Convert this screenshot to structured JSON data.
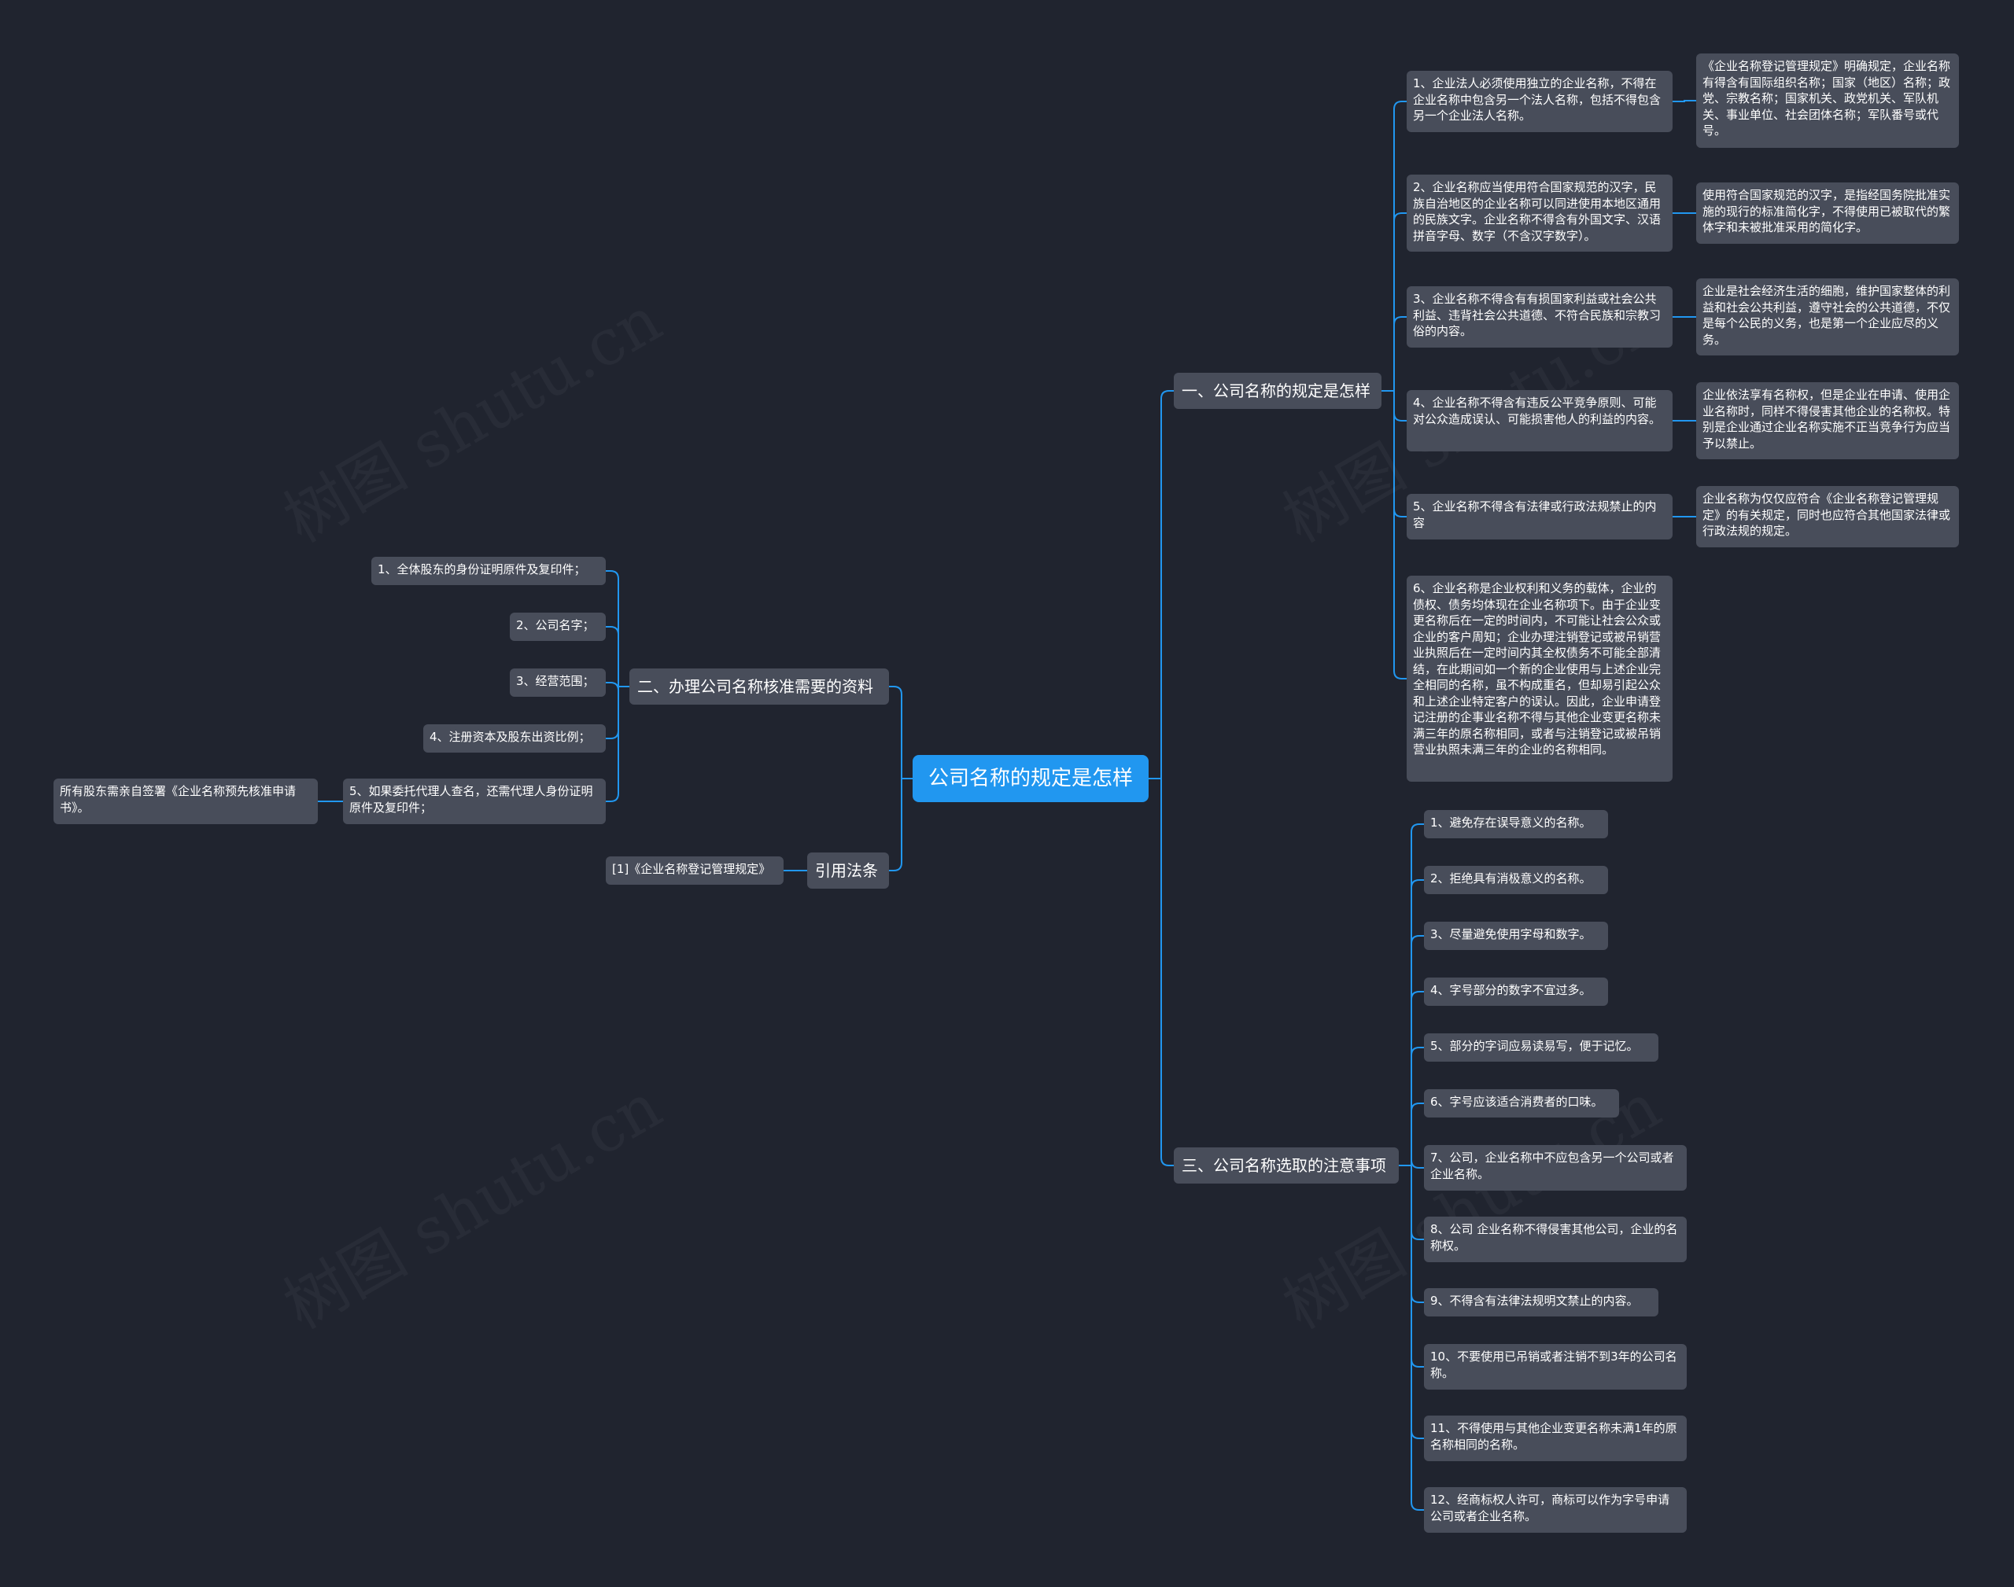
{
  "watermark": "树图 shutu.cn",
  "colors": {
    "background": "#20242f",
    "root": "#2197f0",
    "node": "#484d5a",
    "link": "#2197f0",
    "text": "#ffffff"
  },
  "map": {
    "root": "公司名称的规定是怎样",
    "branches": [
      {
        "label": "一、公司名称的规定是怎样",
        "children": [
          {
            "label": "1、企业法人必须使用独立的企业名称，不得在企业名称中包含另一个法人名称，包括不得包含另一个企业法人名称。",
            "note": "《企业名称登记管理规定》明确规定，企业名称有得含有国际组织名称；国家（地区）名称；政党、宗教名称；国家机关、政党机关、军队机关、事业单位、社会团体名称；军队番号或代号。"
          },
          {
            "label": "2、企业名称应当使用符合国家规范的汉字，民族自治地区的企业名称可以同进使用本地区通用的民族文字。企业名称不得含有外国文字、汉语拼音字母、数字（不含汉字数字）。",
            "note": "使用符合国家规范的汉字，是指经国务院批准实施的现行的标准简化字，不得使用已被取代的繁体字和未被批准采用的简化字。"
          },
          {
            "label": "3、企业名称不得含有有损国家利益或社会公共利益、违背社会公共道德、不符合民族和宗教习俗的内容。",
            "note": "企业是社会经济生活的细胞，维护国家整体的利益和社会公共利益，遵守社会的公共道德，不仅是每个公民的义务，也是第一个企业应尽的义务。"
          },
          {
            "label": "4、企业名称不得含有违反公平竞争原则、可能对公众造成误认、可能损害他人的利益的内容。",
            "note": "企业依法享有名称权，但是企业在申请、使用企业名称时，同样不得侵害其他企业的名称权。特别是企业通过企业名称实施不正当竞争行为应当予以禁止。"
          },
          {
            "label": "5、企业名称不得含有法律或行政法规禁止的内容",
            "note": "企业名称为仅仅应符合《企业名称登记管理规定》的有关规定，同时也应符合其他国家法律或行政法规的规定。"
          },
          {
            "label": "6、企业名称是企业权利和义务的载体，企业的债权、债务均体现在企业名称项下。由于企业变更名称后在一定的时间内，不可能让社会公众或企业的客户周知；企业办理注销登记或被吊销营业执照后在一定时间内其全权债务不可能全部清结，在此期间如一个新的企业使用与上述企业完全相同的名称，虽不构成重名，但却易引起公众和上述企业特定客户的误认。因此，企业申请登记注册的企事业名称不得与其他企业变更名称未满三年的原名称相同，或者与注销登记或被吊销营业执照未满三年的企业的名称相同。"
          }
        ]
      },
      {
        "label": "三、公司名称选取的注意事项",
        "children": [
          {
            "label": "1、避免存在误导意义的名称。"
          },
          {
            "label": "2、拒绝具有消极意义的名称。"
          },
          {
            "label": "3、尽量避免使用字母和数字。"
          },
          {
            "label": "4、字号部分的数字不宜过多。"
          },
          {
            "label": "5、部分的字词应易读易写，便于记忆。"
          },
          {
            "label": "6、字号应该适合消费者的口味。"
          },
          {
            "label": "7、公司，企业名称中不应包含另一个公司或者企业名称。"
          },
          {
            "label": "8、公司 企业名称不得侵害其他公司，企业的名称权。"
          },
          {
            "label": "9、不得含有法律法规明文禁止的内容。"
          },
          {
            "label": "10、不要使用已吊销或者注销不到3年的公司名称。"
          },
          {
            "label": "11、不得使用与其他企业变更名称未满1年的原名称相同的名称。"
          },
          {
            "label": "12、经商标权人许可，商标可以作为字号申请公司或者企业名称。"
          }
        ]
      },
      {
        "label": "二、办理公司名称核准需要的资料",
        "children": [
          {
            "label": "1、全体股东的身份证明原件及复印件；"
          },
          {
            "label": "2、公司名字；"
          },
          {
            "label": "3、经营范围；"
          },
          {
            "label": "4、注册资本及股东出资比例；"
          },
          {
            "label": "5、如果委托代理人查名，还需代理人身份证明原件及复印件；",
            "note": "所有股东需亲自签署《企业名称预先核准申请书》。"
          }
        ]
      },
      {
        "label": "引用法条",
        "children": [
          {
            "label": "[1]《企业名称登记管理规定》"
          }
        ]
      }
    ]
  }
}
